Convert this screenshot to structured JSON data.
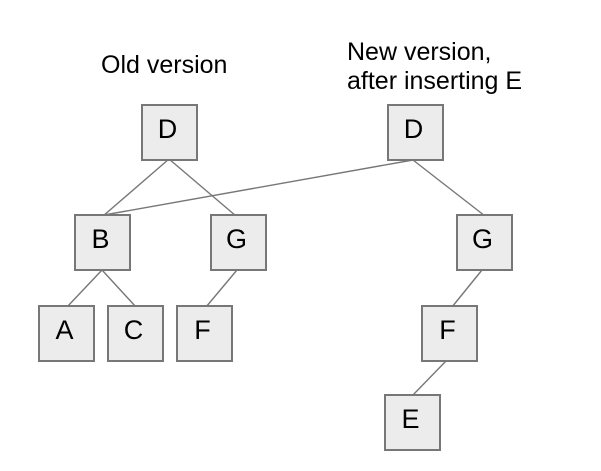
{
  "titles": {
    "old": "Old version",
    "new": "New version,\nafter inserting E"
  },
  "nodes": {
    "old_d": "D",
    "old_b": "B",
    "old_g": "G",
    "old_a": "A",
    "old_c": "C",
    "old_f": "F",
    "new_d": "D",
    "new_g": "G",
    "new_f": "F",
    "new_e": "E"
  },
  "edges": {
    "old_tree": [
      "D-B",
      "D-G",
      "B-A",
      "B-C",
      "G-F"
    ],
    "new_tree": [
      "D-B (shared with old tree)",
      "D-G",
      "G-F",
      "F-E"
    ]
  },
  "colors": {
    "background": "#ffffff",
    "node_fill": "#ececec",
    "node_border": "#777777",
    "edge_line": "#777777",
    "text": "#000000"
  }
}
